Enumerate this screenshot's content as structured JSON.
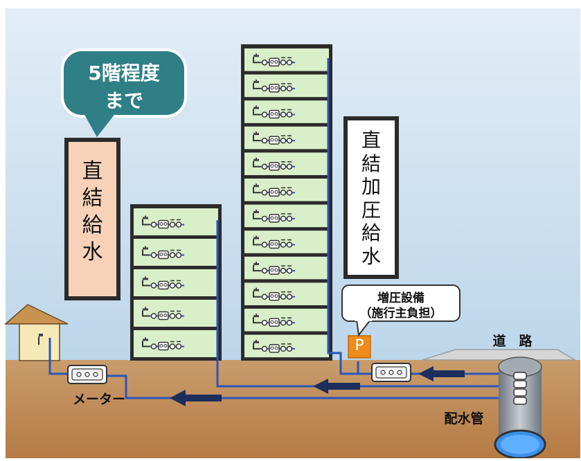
{
  "bubble_text_line1": "5階程度",
  "bubble_text_line2": "まで",
  "direct_supply_label": "直結給水",
  "booster_supply_label": "直結加圧給水",
  "booster_equipment_line1": "増圧設備",
  "booster_equipment_line2": "（施行主負担）",
  "pump_letter": "P",
  "road_label": "道　路",
  "meter_label": "メーター",
  "main_pipe_label": "配水管",
  "colors": {
    "sky": "#cfe3f2",
    "ground": "#c9915e",
    "building_floor": "#d9efc9",
    "pipe": "#2b56b8",
    "bubble": "#2f7f86",
    "direct_box": "#f8d2b8",
    "pump": "#f08a1c"
  },
  "small_building_floors": 5,
  "tall_building_floors": 12
}
